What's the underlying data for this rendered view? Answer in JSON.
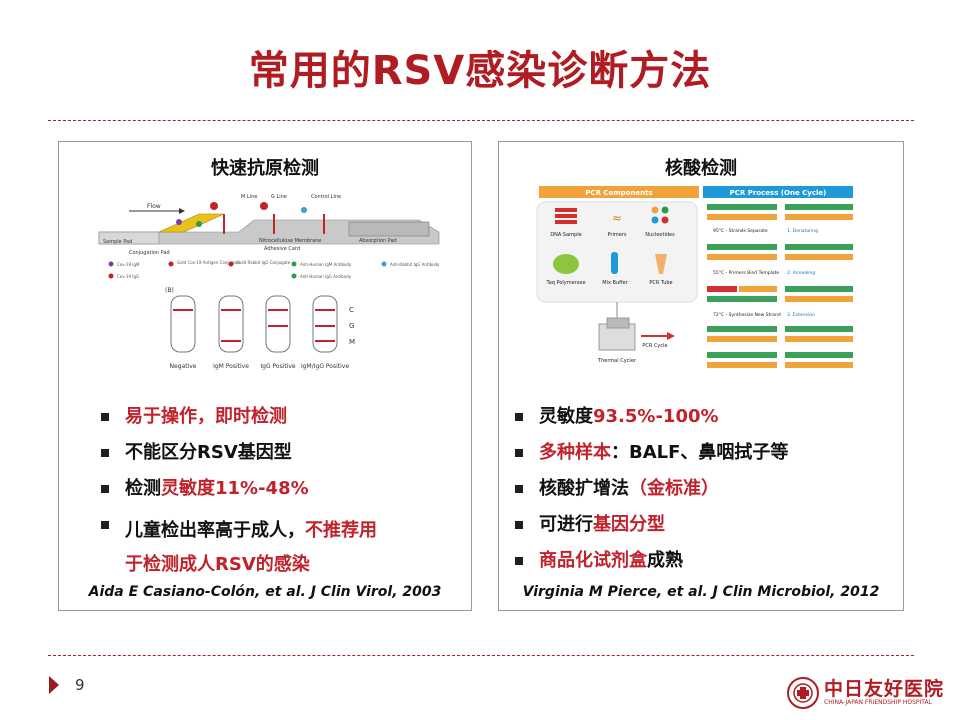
{
  "title": "常用的RSV感染诊断方法",
  "slide_number": "9",
  "left_panel": {
    "heading": "快速抗原检测",
    "diagram": {
      "flow": "Flow",
      "sample_pad": "Sample Pad",
      "conjugation_pad": "Conjugation Pad",
      "nitrocellulose": "Nitrocellulose Membrane",
      "adhesive_card": "Adhesive Card",
      "absorption_pad": "Absorption Pad",
      "m_line": "M Line",
      "g_line": "G Line",
      "control_line": "Control Line",
      "legend": [
        "Cov-19 IgM",
        "Gold Cov-19 Antigen Conjugate",
        "Gold Rabbit IgG Conjugate",
        "Anti-Human IgM Antibody",
        "Anti-Rabbit IgG Antibody",
        "Cov-19 IgG",
        "Anti-Human IgG Antibody"
      ],
      "panel_label": "(B)",
      "line_labels": [
        "C",
        "G",
        "M"
      ],
      "strip_labels": [
        "Negative",
        "IgM Positive",
        "IgG Positive",
        "IgM/IgG Positive"
      ]
    },
    "bullets": [
      {
        "parts": [
          {
            "text": "易于操作，即时检测",
            "red": true
          }
        ]
      },
      {
        "parts": [
          {
            "text": "不能区分RSV基因型",
            "red": false
          }
        ]
      },
      {
        "parts": [
          {
            "text": "检测",
            "red": false
          },
          {
            "text": "灵敏度11%-48%",
            "red": true
          }
        ]
      },
      {
        "parts": [
          {
            "text": "儿童检出率高于成人，",
            "red": false
          },
          {
            "text": "不推荐用",
            "red": true
          }
        ],
        "continuation": "于检测成人RSV的感染"
      }
    ],
    "citation": "Aida E Casiano-Colón, et al. J Clin Virol, 2003"
  },
  "right_panel": {
    "heading": "核酸检测",
    "diagram": {
      "components_title": "PCR Components",
      "process_title": "PCR Process (One Cycle)",
      "components": [
        "DNA Sample",
        "Primers",
        "Nucleotides",
        "Taq Polymerase",
        "Mix Buffer",
        "PCR Tube"
      ],
      "thermal_cycler": "Thermal Cycler",
      "pcr_cycle": "PCR Cycle",
      "steps": [
        {
          "temp": "95°C - Strands Separate",
          "label": "1. Denaturing"
        },
        {
          "temp": "55°C - Primers Bind Template",
          "label": "2. Annealing"
        },
        {
          "temp": "72°C - Synthesize New Strand",
          "label": "3. Extension"
        }
      ]
    },
    "bullets": [
      {
        "parts": [
          {
            "text": "灵敏度",
            "red": false
          },
          {
            "text": "93.5%-100%",
            "red": true
          }
        ]
      },
      {
        "parts": [
          {
            "text": "多种样本",
            "red": true
          },
          {
            "text": "：BALF、鼻咽拭子等",
            "red": false
          }
        ]
      },
      {
        "parts": [
          {
            "text": "核酸扩增法",
            "red": false
          },
          {
            "text": "（金标准）",
            "red": true
          }
        ]
      },
      {
        "parts": [
          {
            "text": "可进行",
            "red": false
          },
          {
            "text": "基因分型",
            "red": true
          }
        ]
      },
      {
        "parts": [
          {
            "text": "商品化试剂盒",
            "red": true
          },
          {
            "text": "成熟",
            "red": false
          }
        ]
      }
    ],
    "citation": "Virginia M Pierce, et al. J Clin Microbiol, 2012"
  },
  "logo": {
    "name": "中日友好医院",
    "subtitle": "CHINA-JAPAN FRIENDSHIP HOSPITAL"
  },
  "colors": {
    "accent": "#b01c22",
    "bullet_red": "#c0232b",
    "pcr_orange": "#f0a33a",
    "pcr_blue": "#1f9ad6"
  }
}
